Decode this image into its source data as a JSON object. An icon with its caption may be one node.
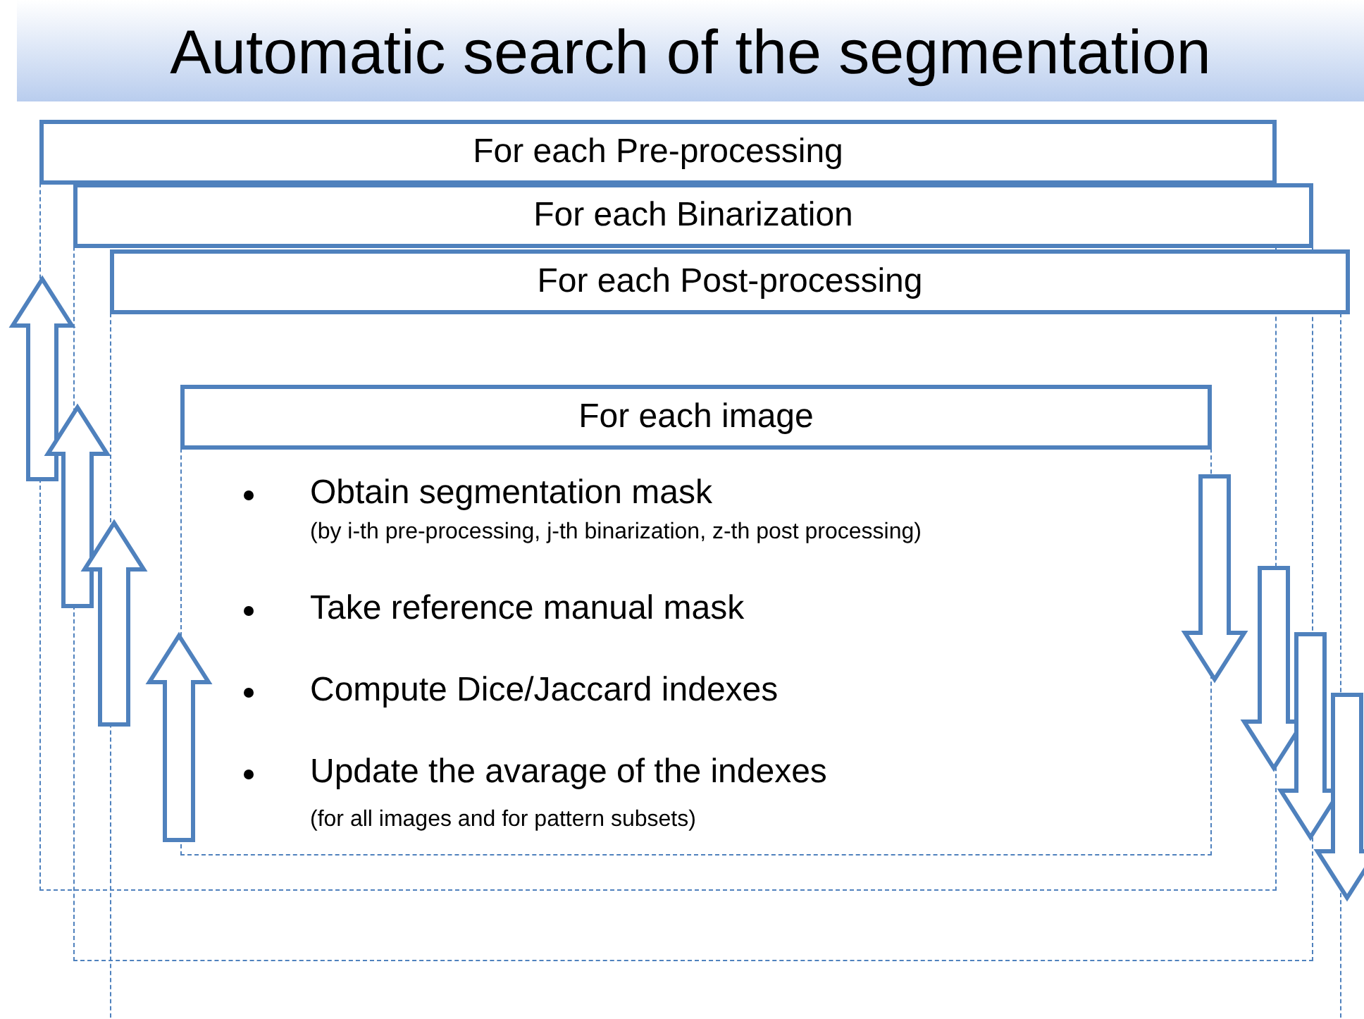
{
  "diagram": {
    "title": "Automatic search of the segmentation",
    "nodes": [
      {
        "text": [
          "For each Pre-processing"
        ]
      },
      {
        "text": [
          "For each Binarization"
        ],
        "in": 0
      },
      {
        "text": [
          "For each Post-processing"
        ],
        "in": 1
      },
      {
        "text": [
          "For each image",
          "Obtain segmentation mask",
          "(by i-th pre-processing, j-th binarization, z-th post processing)",
          "Take reference manual mask",
          "Compute Dice/Jaccard indexes",
          "Update the avarage of the indexes",
          "(for all images and for pattern subsets)"
        ]
      }
    ]
  }
}
